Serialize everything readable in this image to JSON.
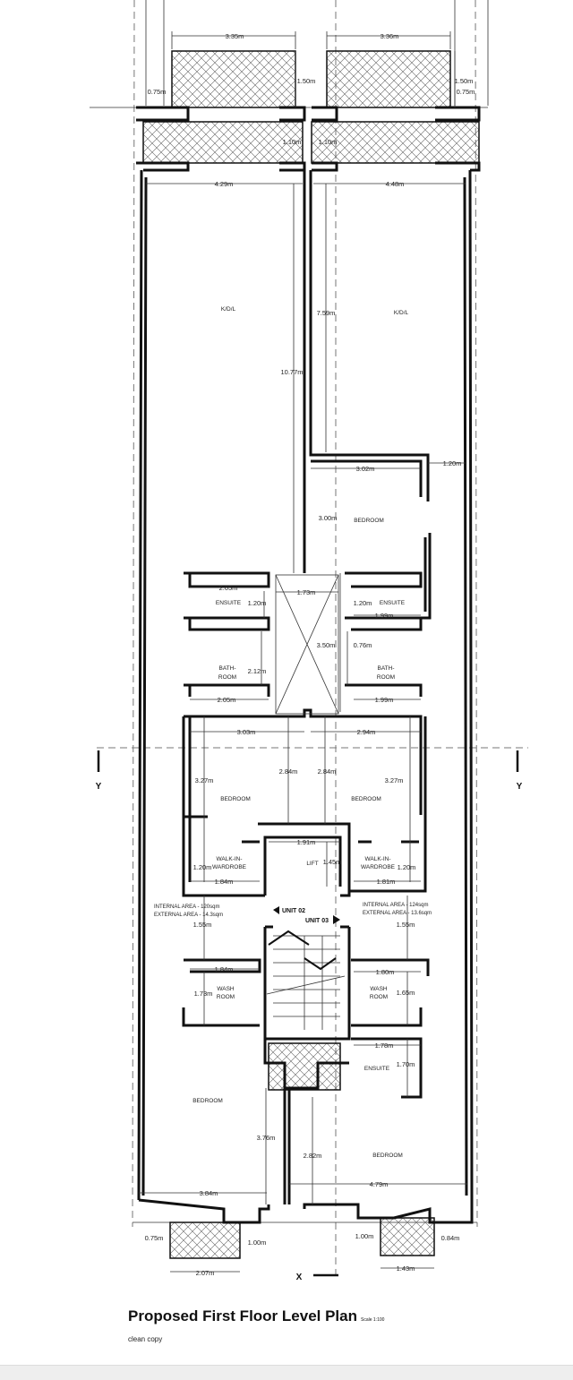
{
  "title": "Proposed First Floor Level Plan",
  "scale": "Scale 1:100",
  "subtitle": "clean copy",
  "markers": {
    "section_left": "Y",
    "section_right": "Y",
    "section_bottom": "X"
  },
  "units": {
    "unit_left": "UNIT 02",
    "unit_right": "UNIT 03"
  },
  "areas": {
    "left_internal": "INTERNAL AREA - 120sqm",
    "left_external": "EXTERNAL AREA - 14.3sqm",
    "right_internal": "INTERNAL AREA - 124sqm",
    "right_external": "EXTERNAL AREA - 13.6sqm"
  },
  "rooms": {
    "kdl_left": "K/D/L",
    "kdl_right": "K/D/L",
    "bedroom_right_top": "BEDROOM",
    "ensuite_left": "ENSUITE",
    "ensuite_right": "ENSUITE",
    "bath_left_1": "BATH-",
    "bath_left_2": "ROOM",
    "bath_right_1": "BATH-",
    "bath_right_2": "ROOM",
    "bedroom_left_mid": "BEDROOM",
    "bedroom_right_mid": "BEDROOM",
    "lift": "LIFT",
    "wardrobe_left_1": "WALK-IN-",
    "wardrobe_left_2": "WARDROBE",
    "wardrobe_right_1": "WALK-IN-",
    "wardrobe_right_2": "WARDROBE",
    "wash_left_1": "WASH",
    "wash_left_2": "ROOM",
    "wash_right_1": "WASH",
    "wash_right_2": "ROOM",
    "ensuite_right_low": "ENSUITE",
    "bedroom_left_low": "BEDROOM",
    "bedroom_right_low": "BEDROOM"
  },
  "dims": [
    "3.35m",
    "3.36m",
    "1.50m",
    "1.50m",
    "0.75m",
    "0.75m",
    "1.10m",
    "1.10m",
    "4.29m",
    "4.48m",
    "7.59m",
    "10.77m",
    "3.02m",
    "1.20m",
    "3.00m",
    "2.05m",
    "1.73m",
    "1.20m",
    "1.20m",
    "1.99m",
    "3.50m",
    "0.76m",
    "2.12m",
    "2.05m",
    "1.99m",
    "3.03m",
    "2.94m",
    "2.84m",
    "2.84m",
    "3.27m",
    "3.27m",
    "1.91m",
    "1.45m",
    "1.20m",
    "1.20m",
    "1.84m",
    "1.81m",
    "1.55m",
    "1.55m",
    "1.84m",
    "1.80m",
    "1.73m",
    "1.65m",
    "1.78m",
    "1.70m",
    "3.76m",
    "2.82m",
    "3.84m",
    "4.79m",
    "0.75m",
    "1.00m",
    "1.00m",
    "0.84m",
    "2.07m",
    "1.43m"
  ]
}
